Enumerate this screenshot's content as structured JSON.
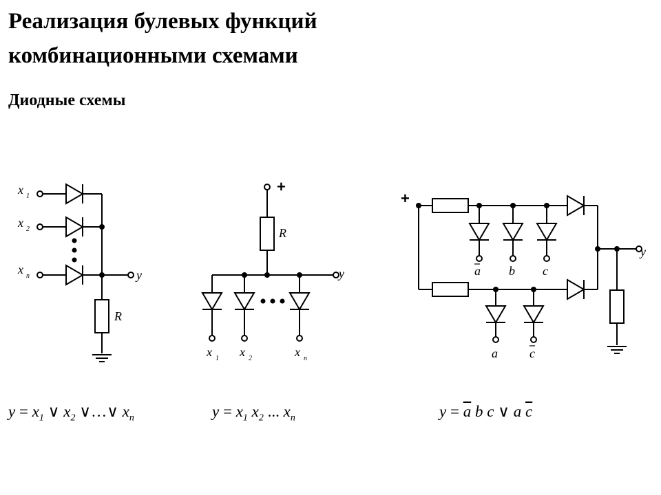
{
  "slide": {
    "title_line1": "Реализация булевых функций",
    "title_line2": "комбинационными схемами",
    "subtitle": "Диодные схемы"
  },
  "circuit_or": {
    "inputs": [
      {
        "var": "x",
        "idx": "1"
      },
      {
        "var": "x",
        "idx": "2"
      },
      {
        "var": "x",
        "idx": "n"
      }
    ],
    "resistor_label": "R",
    "output_label": "y",
    "formula": {
      "y": "y",
      "eq": "=",
      "x1": "x",
      "s1": "1",
      "or": "∨",
      "x2": "x",
      "s2": "2",
      "dots": "…",
      "xn": "x",
      "sn": "n"
    }
  },
  "circuit_and": {
    "supply_label": "+",
    "resistor_label": "R",
    "output_label": "y",
    "inputs": [
      {
        "var": "x",
        "idx": "1"
      },
      {
        "var": "x",
        "idx": "2"
      },
      {
        "var": "x",
        "idx": "n"
      }
    ],
    "formula": {
      "y": "y",
      "eq": "=",
      "x1": "x",
      "s1": "1",
      "x2": "x",
      "s2": "2",
      "dots": "...",
      "xn": "x",
      "sn": "n"
    }
  },
  "circuit_combo": {
    "supply_label": "+",
    "output_label": "y",
    "top_inputs": [
      "a",
      "b",
      "c"
    ],
    "bottom_inputs": [
      "a",
      "c"
    ],
    "formula": {
      "y": "y",
      "eq": "=",
      "t1": "a",
      "t2": "b",
      "t3": "c",
      "or": "∨",
      "t4": "a",
      "t5": "c"
    }
  }
}
